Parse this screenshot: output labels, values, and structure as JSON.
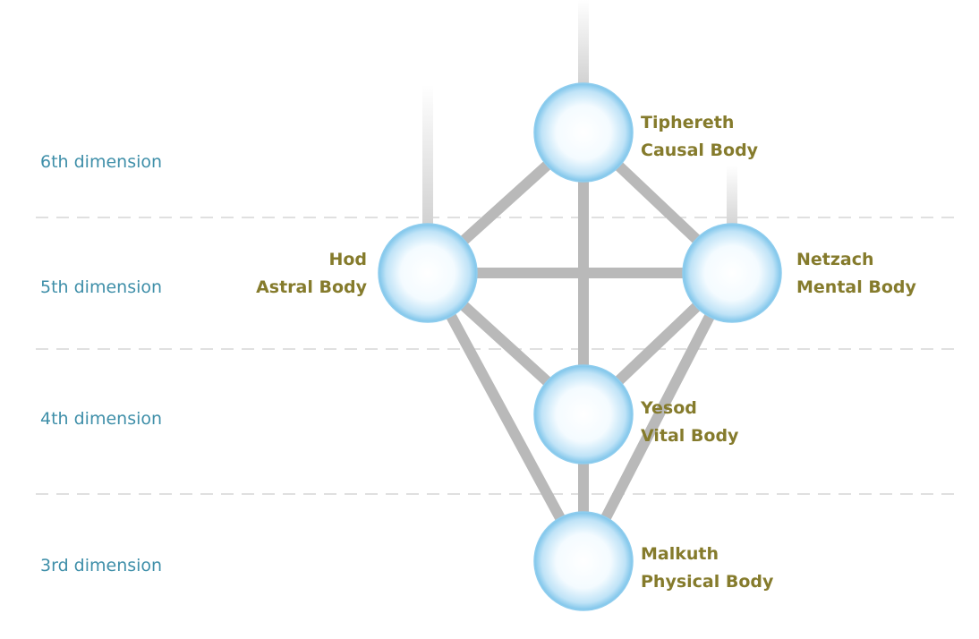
{
  "dimensions": [
    "6th dimension",
    "5th dimension",
    "4th dimension",
    "3rd dimension"
  ],
  "nodes": [
    {
      "id": "tiphereth",
      "name": "Tiphereth",
      "body": "Causal Body"
    },
    {
      "id": "hod",
      "name": "Hod",
      "body": "Astral Body"
    },
    {
      "id": "netzach",
      "name": "Netzach",
      "body": "Mental Body"
    },
    {
      "id": "yesod",
      "name": "Yesod",
      "body": "Vital Body"
    },
    {
      "id": "malkuth",
      "name": "Malkuth",
      "body": "Physical Body"
    }
  ],
  "edges": [
    [
      "tiphereth",
      "hod"
    ],
    [
      "tiphereth",
      "netzach"
    ],
    [
      "tiphereth",
      "yesod"
    ],
    [
      "hod",
      "netzach"
    ],
    [
      "hod",
      "yesod"
    ],
    [
      "netzach",
      "yesod"
    ],
    [
      "hod",
      "malkuth"
    ],
    [
      "netzach",
      "malkuth"
    ],
    [
      "yesod",
      "malkuth"
    ]
  ],
  "colors": {
    "dimension_text": "#3f8fa9",
    "node_label": "#857b2c",
    "edge": "#b9b9b9",
    "node_edge": "#7cc4ea"
  }
}
